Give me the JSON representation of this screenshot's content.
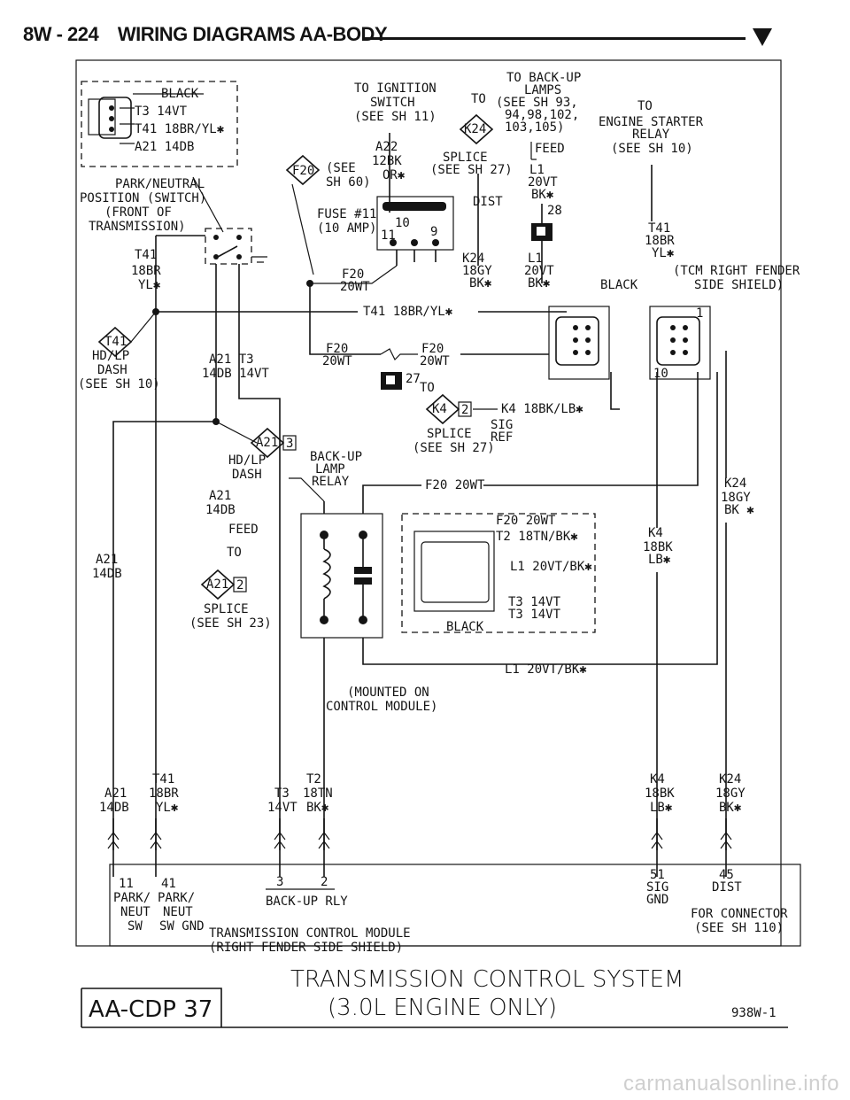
{
  "header": {
    "page": "8W - 224",
    "title": "WIRING DIAGRAMS AA-BODY"
  },
  "labels": {
    "black_top": "BLACK",
    "t3_top": "T3 14VT",
    "t41_top": "T41 18BR/YL✱",
    "a21_top": "A21 14DB",
    "pn1": "PARK/NEUTRAL",
    "pn2": "POSITION (SWITCH)",
    "pn3": "(FRONT OF",
    "pn4": "TRANSMISSION)",
    "ign1": "TO IGNITION",
    "ign2": "SWITCH",
    "ign3": "(SEE SH 11)",
    "a22a": "A22",
    "a22b": "12BK",
    "a22c": "OR✱",
    "f20see1": "(SEE",
    "f20see2": "SH 60)",
    "backup1": "TO BACK-UP",
    "backup2": "LAMPS",
    "backup3": "(SEE SH 93,",
    "backup4": "94,98,102,",
    "backup5": "103,105)",
    "to_k24": "TO",
    "splice1": "SPLICE",
    "splice2": "(SEE SH 27)",
    "feed_top": "FEED",
    "starter1": "TO",
    "starter2": "ENGINE STARTER",
    "starter3": "RELAY",
    "starter4": "(SEE SH 10)",
    "l1top": "L1",
    "l1top_b": "20VT",
    "l1top_c": "BK✱",
    "dist": "DIST",
    "n28": "28",
    "fuse1": "FUSE #11",
    "fuse2": "(10 AMP)",
    "n10": "10",
    "n11": "11",
    "n9": "9",
    "t41r1": "T41",
    "t41r2": "18BR",
    "t41r3": "YL✱",
    "t41l1": "T41",
    "t41l2": "18BR",
    "t41l3": "YL✱",
    "k24a": "K24",
    "k24b": "18GY",
    "k24c": "BK✱",
    "l1a": "L1",
    "l1b": "20VT",
    "l1c": "BK✱",
    "tcm1": "(TCM RIGHT FENDER",
    "tcm2": "SIDE SHIELD)",
    "black_tcm": "BLACK",
    "f20a": "F20",
    "f20b": "20WT",
    "t41wire": "T41 18BR/YL✱",
    "n1": "1",
    "n10r": "10",
    "hdlp1": "HD/LP",
    "hdlp2": "DASH",
    "hdlp3": "(SEE SH 10)",
    "a21t3a": "A21  T3",
    "a21t3b": "14DB 14VT",
    "f20c": "F20",
    "f20d": "20WT",
    "f20e": "F20",
    "f20f": "20WT",
    "n27": "27",
    "to27": "TO",
    "k4wire": "K4 18BK/LB✱",
    "splice3": "SPLICE",
    "splice4": "(SEE SH 27)",
    "sig": "SIG",
    "ref": "REF",
    "backuprelay1": "BACK-UP",
    "backuprelay2": "LAMP",
    "backuprelay3": "RELAY",
    "hdlp4": "HD/LP",
    "hdlp5": "DASH",
    "f20wire2": "F20 20WT",
    "k24r1": "K24",
    "k24r2": "18GY",
    "k24r3": "BK ✱",
    "a21m1": "A21",
    "a21m2": "14DB",
    "feedm": "FEED",
    "tom": "TO",
    "a21l1": "A21",
    "a21l2": "14DB",
    "splice5": "SPLICE",
    "splice6": "(SEE SH 23)",
    "cf20": "F20 20WT",
    "ct2": "T2 18TN/BK✱",
    "cl1": "L1 20VT/BK✱",
    "ct3a": "T3 14VT",
    "ct3b": "T3 14VT",
    "cblack": "BLACK",
    "k4r1": "K4",
    "k4r2": "18BK",
    "k4r3": "LB✱",
    "l1wire": "L1 20VT/BK✱",
    "mounted1": "(MOUNTED ON",
    "mounted2": "CONTROL MODULE)",
    "ba21a": "A21",
    "ba21b": "14DB",
    "bt41a": "T41",
    "bt41b": "18BR",
    "bt41c": "YL✱",
    "bt3a": "T3",
    "bt3b": "14VT",
    "bt2a": "T2",
    "bt2b": "18TN",
    "bt2c": "BK✱",
    "bk4a": "K4",
    "bk4b": "18BK",
    "bk4c": "LB✱",
    "bk24a": "K24",
    "bk24b": "18GY",
    "bk24c": "BK✱",
    "p11": "11",
    "p41": "41",
    "park1": "PARK/",
    "park2": "PARK/",
    "neut1": "NEUT",
    "neut2": "NEUT",
    "sw1": "SW",
    "sw2": "SW GND",
    "p3": "3",
    "p2": "2",
    "backuprly": "BACK-UP RLY",
    "p51": "51",
    "p45": "45",
    "psig": "SIG",
    "pgnd": "GND",
    "pdist": "DIST",
    "tcmod1": "TRANSMISSION CONTROL MODULE",
    "tcmod2": "(RIGHT FENDER SIDE SHIELD)",
    "forconn1": "FOR CONNECTOR",
    "forconn2": "(SEE SH 110)"
  },
  "footer": {
    "title_line1": "TRANSMISSION CONTROL SYSTEM",
    "title_line2": "(3.0L ENGINE ONLY)",
    "figure_code": "938W-1",
    "code_box": "AA-CDP 37"
  },
  "badges": {
    "f20_diamond": "F20",
    "k24_diamond": "K24",
    "t41_diamond": "T41",
    "a21_diamond_top": "A21",
    "a21_diamond_top_n": "3",
    "a21_diamond_bot": "A21",
    "a21_diamond_bot_n": "2",
    "k4_diamond": "K4",
    "k4_diamond_n": "2"
  },
  "watermark": "carmanualsonline.info"
}
